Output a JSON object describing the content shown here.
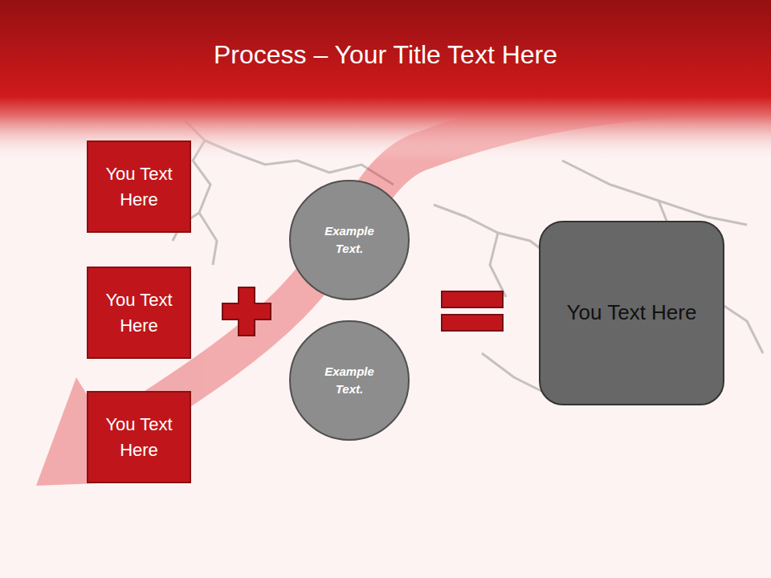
{
  "diagram": {
    "title": "Process – Your Title Text Here",
    "nodes": [
      {
        "text": [
          "You Text Here"
        ]
      },
      {
        "text": [
          "You Text Here"
        ]
      },
      {
        "text": [
          "You Text Here"
        ]
      },
      {
        "text": [
          "Example Text."
        ]
      },
      {
        "text": [
          "Example Text."
        ]
      },
      {
        "text": [
          "You Text Here"
        ]
      }
    ]
  }
}
